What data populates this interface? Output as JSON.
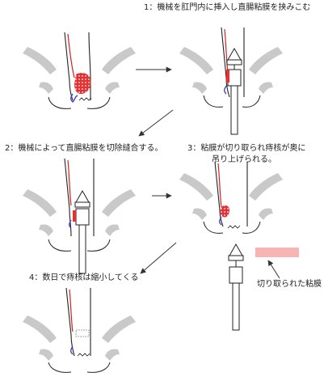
{
  "captions": {
    "step1": "1：機械を肛門内に挿入し直腸粘膜を挟みこむ",
    "step2": "2：機械によって直腸粘膜を切除縫合する。",
    "step3_line1": "3：粘膜が切り取られ痔核が奥に",
    "step3_line2": "吊り上げられる。",
    "step4": "4：数日で痔核は縮小してくる",
    "excised_label": "切り取られた粘膜"
  },
  "colors": {
    "line": "#222222",
    "shadow": "#c9c9c9",
    "vessel_red": "#d42020",
    "vessel_blue": "#3a3ac8",
    "hemorrhoid": "#e83030",
    "tissue_pink": "#f7b4b4",
    "arrow": "#333333"
  },
  "icons": {
    "flow_arrow": "arrow-right",
    "pointer_arrow": "arrow-up-left"
  }
}
